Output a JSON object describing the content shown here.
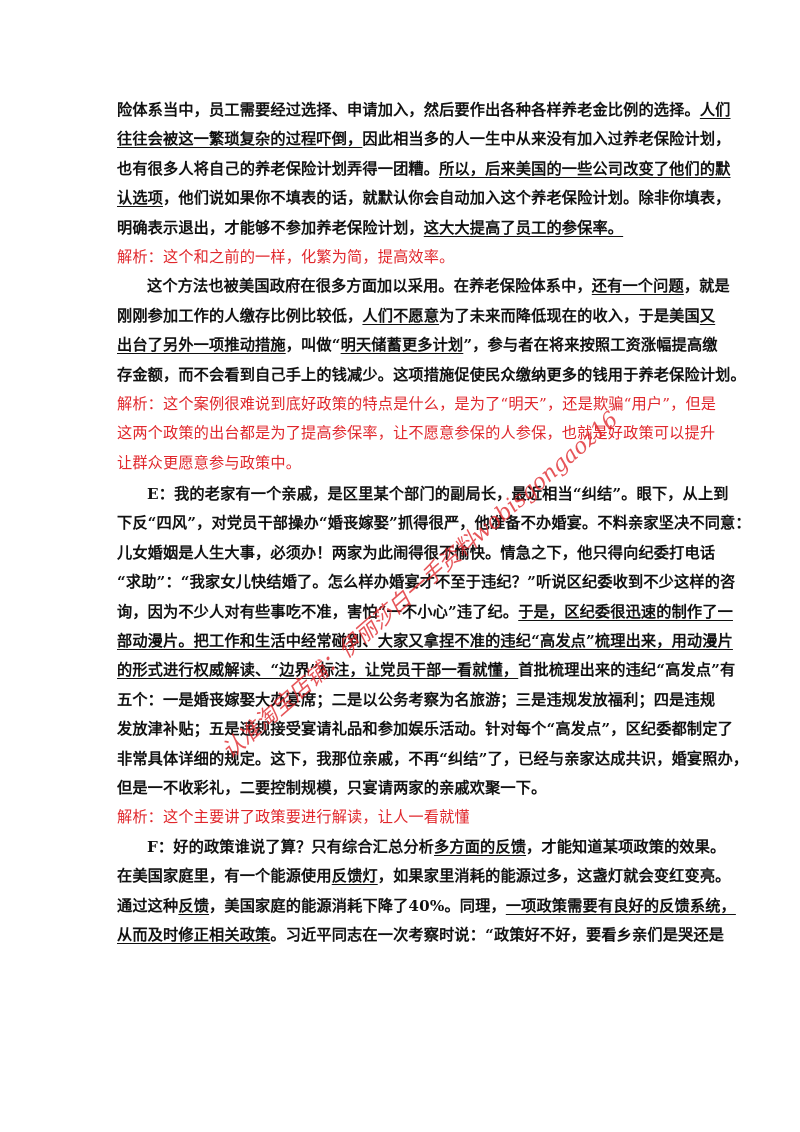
{
  "blocks": [
    {
      "type": "black",
      "indent": false,
      "segs": [
        {
          "t": "险体系当中，员工需要经过选择、申请加入，然后要作出各种各样养老金比例的选择。"
        },
        {
          "t": "人们",
          "u": true
        }
      ]
    },
    {
      "type": "black",
      "indent": false,
      "segs": [
        {
          "t": "往往会被这一繁琐复杂的过程吓倒，",
          "u": true
        },
        {
          "t": "因此相当多的人一生中从来没有加入过养老保险计划，"
        }
      ]
    },
    {
      "type": "black",
      "indent": false,
      "segs": [
        {
          "t": "也有很多人将自己的养老保险计划弄得一团糟。"
        },
        {
          "t": "所以，后来美国的一些公司改变了他们的默",
          "u": true
        }
      ]
    },
    {
      "type": "black",
      "indent": false,
      "segs": [
        {
          "t": "认选项",
          "u": true
        },
        {
          "t": "，他们说如果你不填表的话，就默认你会自动加入这个养老保险计划。除非你填表，"
        }
      ]
    },
    {
      "type": "black",
      "indent": false,
      "segs": [
        {
          "t": "明确表示退出，才能够不参加养老保险计划，"
        },
        {
          "t": "这大大提高了员工的参保率。",
          "u": true
        }
      ]
    },
    {
      "type": "red",
      "indent": false,
      "segs": [
        {
          "t": "解析：这个和之前的一样，化繁为简，提高效率。"
        }
      ]
    },
    {
      "type": "black",
      "indent": true,
      "segs": [
        {
          "t": "这个方法也被美国政府在很多方面加以采用。在养老保险体系中，"
        },
        {
          "t": "还有一个问题",
          "u": true
        },
        {
          "t": "，就是"
        }
      ]
    },
    {
      "type": "black",
      "indent": false,
      "segs": [
        {
          "t": "刚刚参加工作的人缴存比例比较低，"
        },
        {
          "t": "人们不愿意",
          "u": true
        },
        {
          "t": "为了未来而降低现在的收入，于是美国"
        },
        {
          "t": "又",
          "u": true
        }
      ]
    },
    {
      "type": "black",
      "indent": false,
      "segs": [
        {
          "t": "出台了另外一项推动措施",
          "u": true
        },
        {
          "t": "，叫做“"
        },
        {
          "t": "明天储蓄更多计划",
          "u": true
        },
        {
          "t": "”，参与者在将来按照工资涨幅提高缴"
        }
      ]
    },
    {
      "type": "black",
      "indent": false,
      "segs": [
        {
          "t": "存金额，而不会看到自己手上的钱减少。这项措施促使民众缴纳更多的钱用于养老保险计划。"
        }
      ]
    },
    {
      "type": "red",
      "indent": false,
      "segs": [
        {
          "t": "解析：这个案例很难说到底好政策的特点是什么，是为了“明天”，还是欺骗“用户”，但是"
        }
      ]
    },
    {
      "type": "red",
      "indent": false,
      "segs": [
        {
          "t": "这两个政策的出台都是为了提高参保率，让不愿意参保的人参保，也就是好政策可以提升"
        }
      ]
    },
    {
      "type": "red",
      "indent": false,
      "segs": [
        {
          "t": "让群众更愿意参与政策中。"
        }
      ]
    },
    {
      "type": "gap"
    },
    {
      "type": "black",
      "indent": true,
      "segs": [
        {
          "t": "E：我的老家有一个亲戚，是区里某个部门的副局长，最近相当“纠结”。眼下，从上到"
        }
      ]
    },
    {
      "type": "black",
      "indent": false,
      "segs": [
        {
          "t": "下反“四风”，对党员干部操办“婚丧嫁娶”抓得很严，他准备不办婚宴。不料亲家坚决不同意："
        }
      ]
    },
    {
      "type": "black",
      "indent": false,
      "segs": [
        {
          "t": "儿女婚姻是人生大事，必须办！两家为此闹得很不愉快。情急之下，他只得向纪委打电话"
        }
      ]
    },
    {
      "type": "black",
      "indent": false,
      "segs": [
        {
          "t": "“求助”：“我家女儿快结婚了。怎么样办婚宴才不至于违纪？”听说区纪委收到不少这样的咨"
        }
      ]
    },
    {
      "type": "black",
      "indent": false,
      "segs": [
        {
          "t": "询，因为不少人对有些事吃不准，害怕“一不小心”违了纪。"
        },
        {
          "t": "于是，区纪委很迅速的制作了一",
          "u": true
        }
      ]
    },
    {
      "type": "black",
      "indent": false,
      "segs": [
        {
          "t": "部动漫片。把工作和生活中经常碰到、大家又拿捏不准的违纪“高发点”梳理出来，用动漫片",
          "u": true
        }
      ]
    },
    {
      "type": "black",
      "indent": false,
      "segs": [
        {
          "t": "的形式进行权威解读、“边界”标注，让党员干部一看就懂，",
          "u": true
        },
        {
          "t": "首批梳理出来的违纪“高发点”有"
        }
      ]
    },
    {
      "type": "black",
      "indent": false,
      "segs": [
        {
          "t": "五个：一是婚丧嫁娶大办宴席；二是以公务考察为名旅游；三是违规发放福利；四是违规"
        }
      ]
    },
    {
      "type": "black",
      "indent": false,
      "segs": [
        {
          "t": "发放津补贴；五是违规接受宴请礼品和参加娱乐活动。针对每个“高发点”，区纪委都制定了"
        }
      ]
    },
    {
      "type": "black",
      "indent": false,
      "segs": [
        {
          "t": "非常具体详细的规定。这下，我那位亲戚，不再“纠结”了，已经与亲家达成共识，婚宴照办，"
        }
      ]
    },
    {
      "type": "black",
      "indent": false,
      "segs": [
        {
          "t": "但是一不收彩礼，二要控制规模，只宴请两家的亲戚欢聚一下。"
        }
      ]
    },
    {
      "type": "red",
      "indent": false,
      "segs": [
        {
          "t": "解析：这个主要讲了政策要进行解读，让人一看就懂"
        }
      ]
    },
    {
      "type": "black",
      "indent": true,
      "segs": [
        {
          "t": "F：好的政策谁说了算？只有综合汇总分析"
        },
        {
          "t": "多方面的反馈",
          "u": true
        },
        {
          "t": "，才能知道某项政策的效果。"
        }
      ]
    },
    {
      "type": "black",
      "indent": false,
      "segs": [
        {
          "t": "在美国家庭里，有一个能源使用"
        },
        {
          "t": "反馈灯",
          "u": true
        },
        {
          "t": "，如果家里消耗的能源过多，这盏灯就会变红变亮。"
        }
      ]
    },
    {
      "type": "black",
      "indent": false,
      "segs": [
        {
          "t": "通过这种"
        },
        {
          "t": "反馈",
          "u": true
        },
        {
          "t": "，美国家庭的能源消耗下降了40%。同理，"
        },
        {
          "t": "一项政策需要有良好的反馈系统，",
          "u": true
        }
      ]
    },
    {
      "type": "black",
      "indent": false,
      "segs": [
        {
          "t": "从而及时修正相关政策",
          "u": true
        },
        {
          "t": "。习近平同志在一次考察时说：“政策好不好，要看乡亲们是哭还是"
        }
      ]
    }
  ],
  "watermark": {
    "text": "认准淘宝店铺：伊丽莎白一手资料wobisgongaoz16",
    "color": "#e0262b"
  }
}
